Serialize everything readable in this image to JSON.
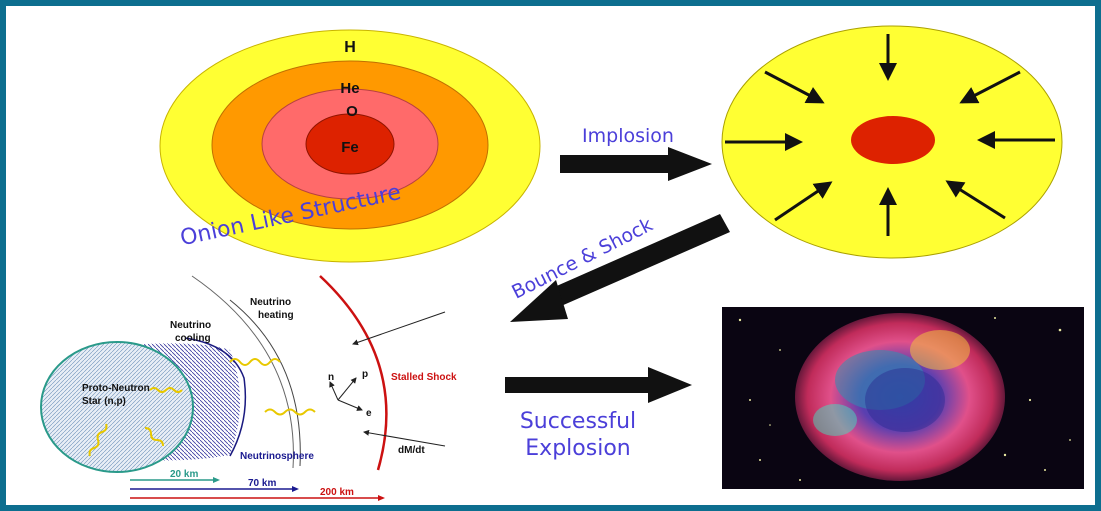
{
  "onion": {
    "layers": [
      "H",
      "He",
      "O",
      "Fe"
    ],
    "caption": "Onion Like Structure",
    "colors": {
      "H": "#ffff33",
      "He": "#ff9900",
      "O": "#ff6a6a",
      "Fe": "#dd2200"
    }
  },
  "steps": {
    "implosion": "Implosion",
    "bounce": "Bounce & Shock",
    "explosion_line1": "Successful",
    "explosion_line2": "Explosion"
  },
  "shock_diagram": {
    "neutrino_heating_1": "Neutrino",
    "neutrino_heating_2": "heating",
    "neutrino_cooling_1": "Neutrino",
    "neutrino_cooling_2": "cooling",
    "proto_1": "Proto-Neutron",
    "proto_2": "Star   (n,p)",
    "stalled_shock": "Stalled Shock",
    "neutrinosphere": "Neutrinosphere",
    "mass_flow": "dM/dt",
    "particle_n": "n",
    "particle_p": "p",
    "particle_e": "e",
    "scale_20": "20 km",
    "scale_70": "70 km",
    "scale_200": "200 km"
  },
  "icons": [
    "implosion-arrow-icon",
    "bounce-arrow-icon",
    "explosion-arrow-icon"
  ]
}
